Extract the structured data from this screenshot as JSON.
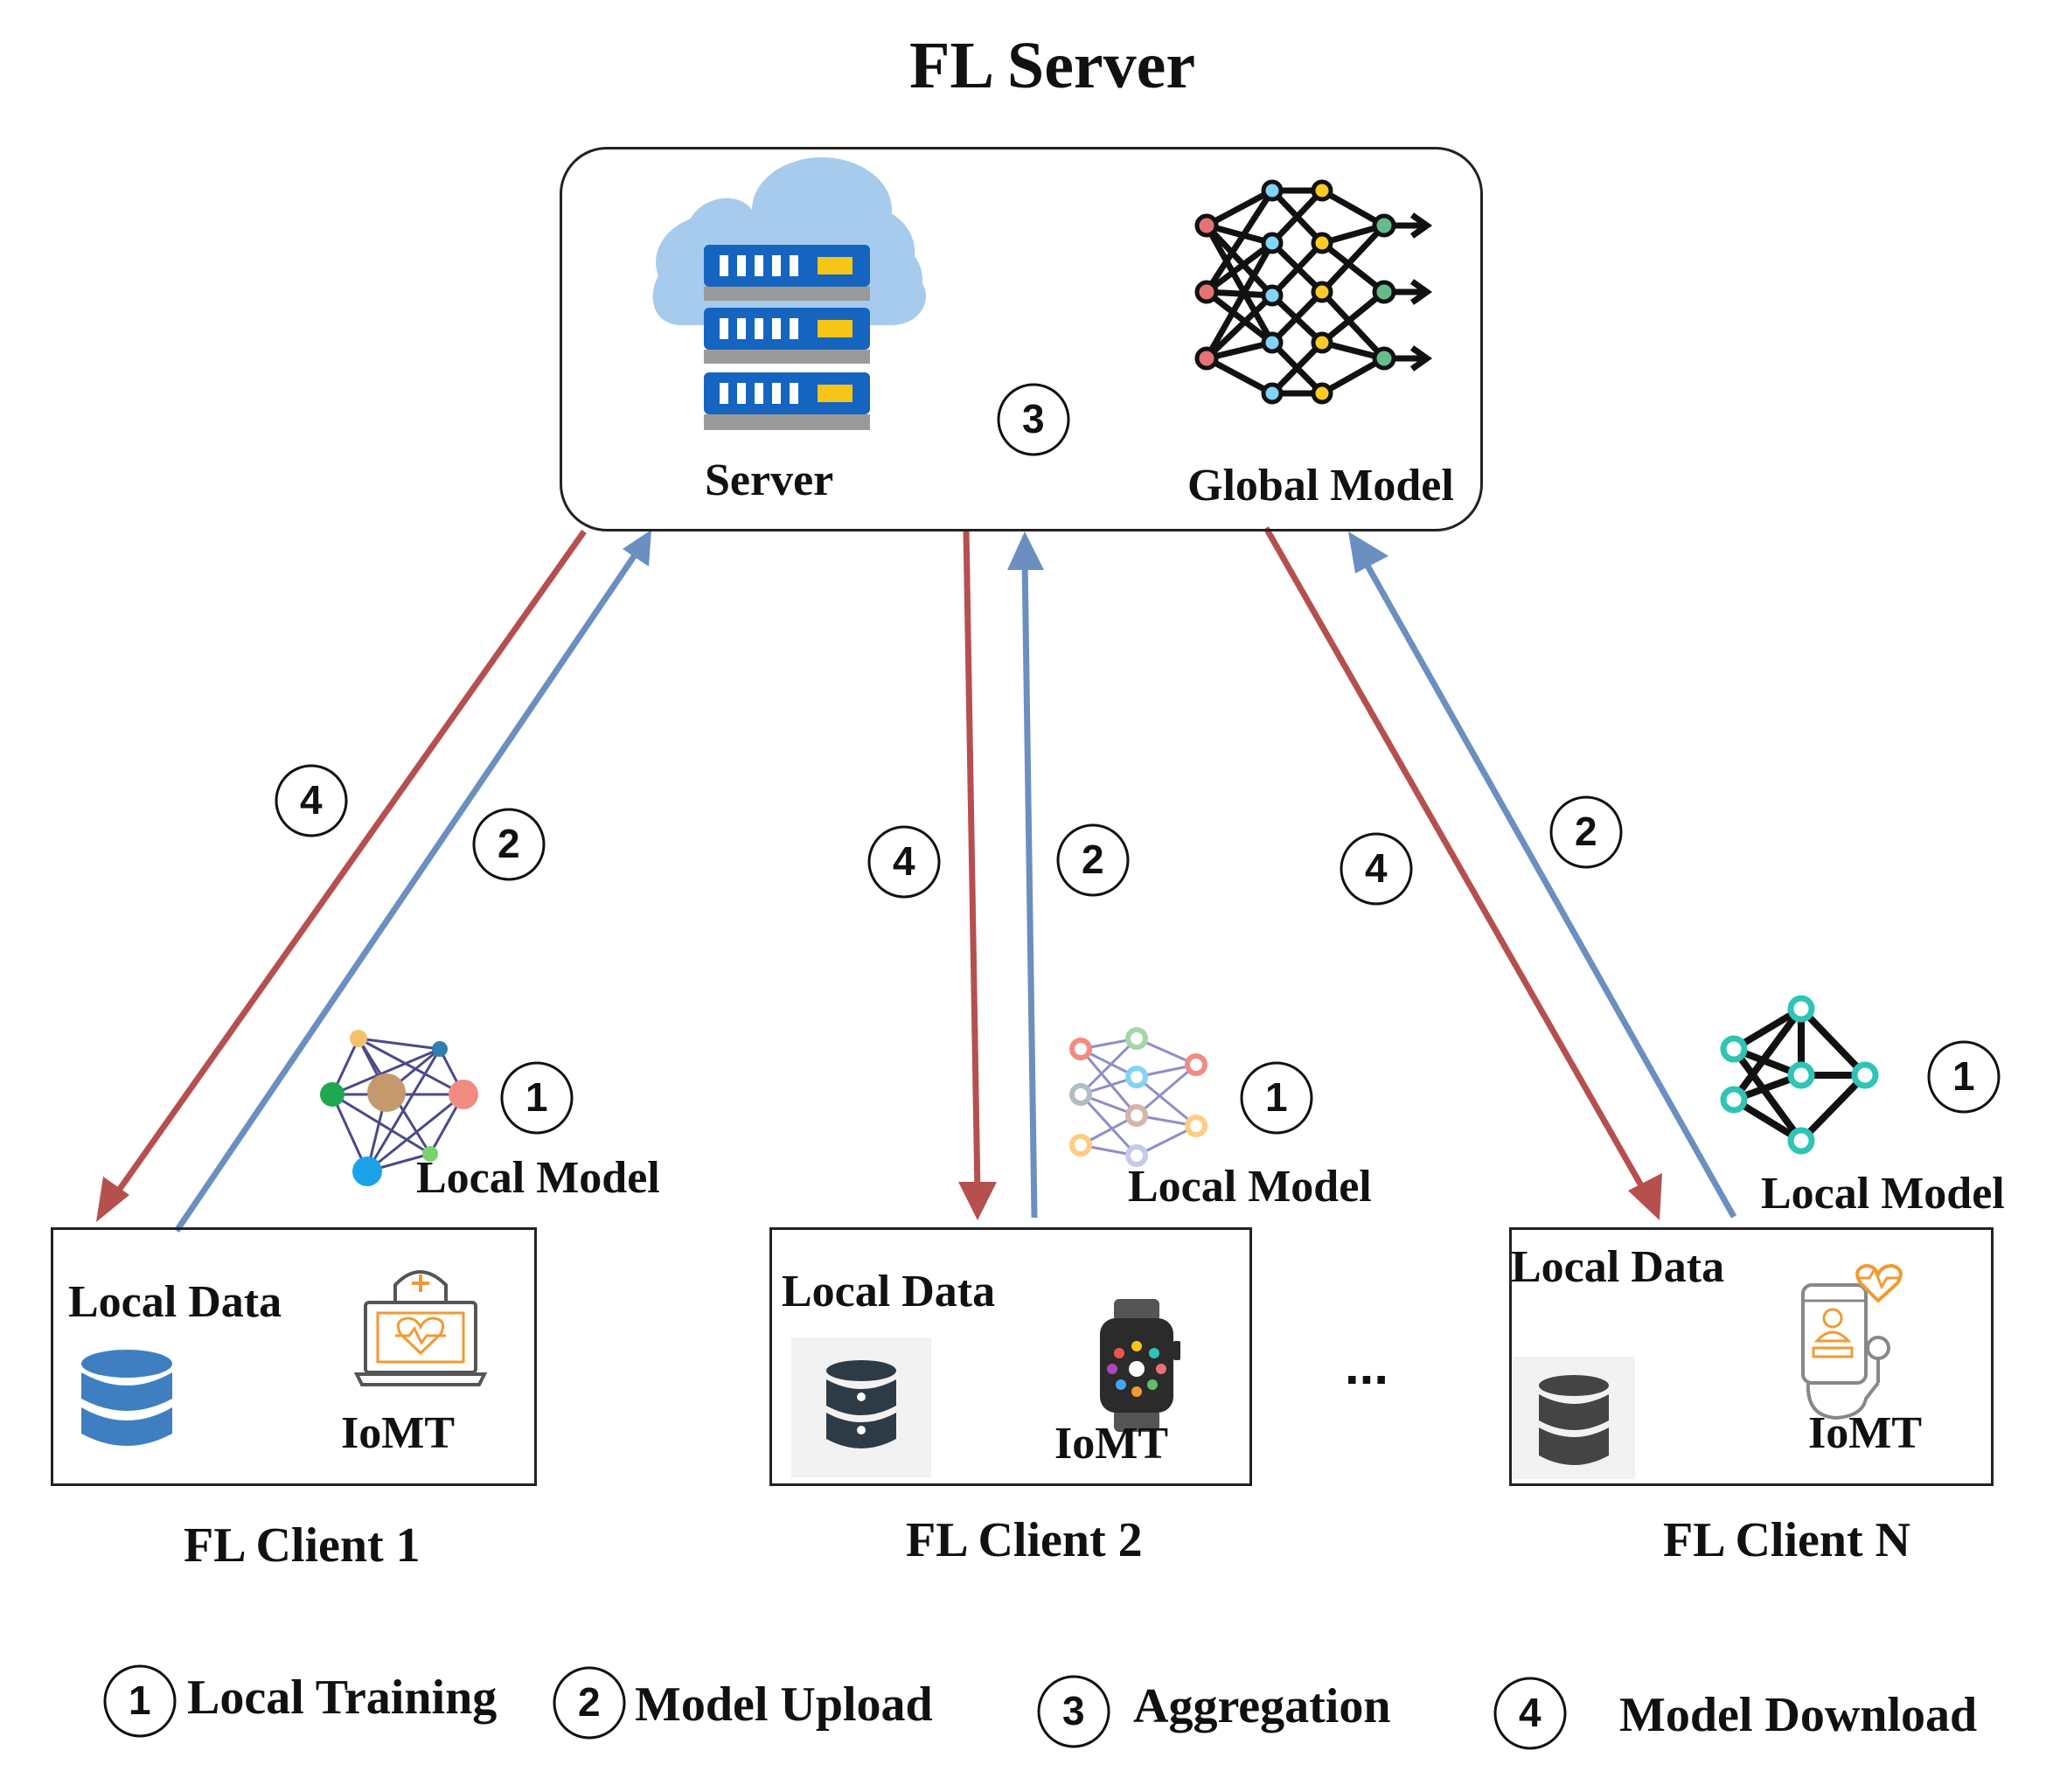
{
  "title": "FL Server",
  "server_box": {
    "server_label": "Server",
    "global_model_label": "Global Model",
    "step_marker": "3"
  },
  "arrow_steps": {
    "client1_download": "4",
    "client1_upload": "2",
    "client2_download": "4",
    "client2_upload": "2",
    "clientN_download": "4",
    "clientN_upload": "2"
  },
  "clients": [
    {
      "title": "FL Client 1",
      "local_data": "Local Data",
      "device": "IoMT",
      "local_model": "Local Model",
      "step": "1"
    },
    {
      "title": "FL Client 2",
      "local_data": "Local Data",
      "device": "IoMT",
      "local_model": "Local Model",
      "step": "1"
    },
    {
      "title": "FL Client N",
      "local_data": "Local Data",
      "device": "IoMT",
      "local_model": "Local Model",
      "step": "1"
    }
  ],
  "ellipsis": "...",
  "legend": [
    {
      "number": "1",
      "label": "Local Training"
    },
    {
      "number": "2",
      "label": "Model Upload"
    },
    {
      "number": "3",
      "label": "Aggregation"
    },
    {
      "number": "4",
      "label": "Model Download"
    }
  ],
  "colors": {
    "download_arrow": "#B5504F",
    "upload_arrow": "#6A8FC0",
    "border": "#222222",
    "database_blue": "#3F7FC1",
    "database_dark": "#2D3B47",
    "database_gray": "#444444",
    "server_blue": "#1565C0",
    "cloud_blue": "#A6CBEC",
    "accent_orange": "#F19A32"
  }
}
